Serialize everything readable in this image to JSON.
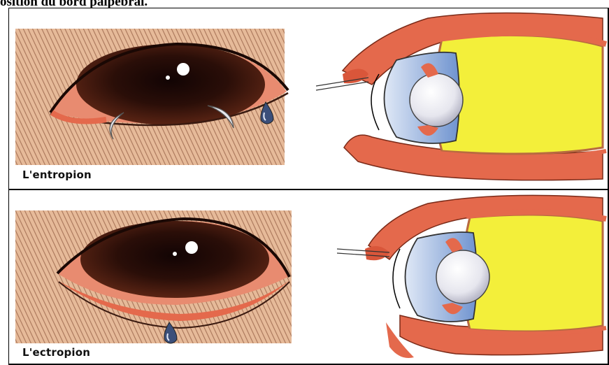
{
  "title": "osition du bord palpebral.",
  "panels": [
    {
      "label": "L'entropion",
      "condition": "entropion"
    },
    {
      "label": "L'ectropion",
      "condition": "ectropion"
    }
  ],
  "colors": {
    "skin_light": "#e3b08a",
    "skin_dark": "#8a4a2a",
    "iris": "#2a0e08",
    "eyelid_red": "#e4694c",
    "lens": "#f0f0f4",
    "cornea_blue": "#7e9fd4",
    "vitreous_yellow": "#f3ef3a"
  }
}
